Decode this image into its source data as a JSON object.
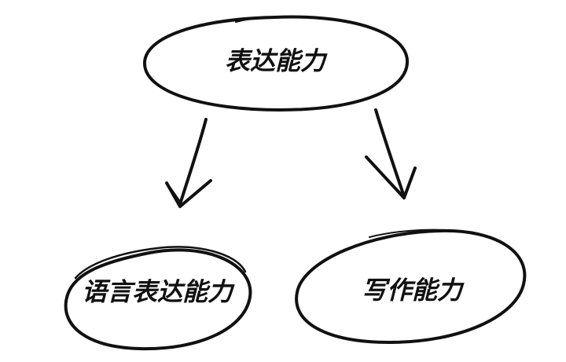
{
  "diagram": {
    "nodes": {
      "top": {
        "label": "表达能力"
      },
      "left": {
        "label": "语言表达能力"
      },
      "right": {
        "label": "写作能力"
      }
    },
    "edges": [
      {
        "from": "top",
        "to": "left"
      },
      {
        "from": "top",
        "to": "right"
      }
    ],
    "colors": {
      "ink": "#111111",
      "background": "#ffffff"
    }
  }
}
